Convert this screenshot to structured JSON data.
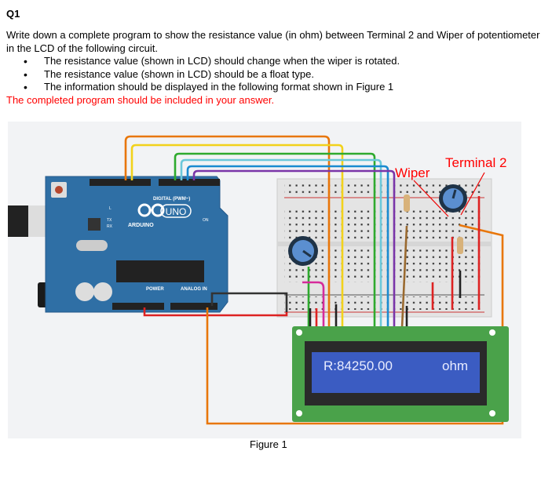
{
  "question": {
    "label": "Q1",
    "intro": "Write down a complete program to show the resistance value (in ohm) between Terminal 2 and Wiper of potentiometer in the LCD of the following circuit.",
    "bullets": [
      "The resistance value (shown in LCD) should change when the wiper is rotated.",
      "The resistance value (shown in LCD) should be a float type.",
      "The information should be displayed in the following format shown in Figure 1"
    ],
    "note": "The completed program should be included in your answer.",
    "note_color": "#ff0000"
  },
  "figure": {
    "caption": "Figure 1",
    "labels": {
      "wiper": "Wiper",
      "terminal2": "Terminal 2"
    },
    "arduino": {
      "uno": "UNO",
      "brand": "ARDUINO",
      "digital": "DIGITAL (PWM~)",
      "power": "POWER",
      "analog": "ANALOG IN",
      "on": "ON",
      "tx": "TX",
      "rx": "RX",
      "l": "L"
    },
    "lcd": {
      "line1": "R:84250.00",
      "unit": "ohm"
    },
    "colors": {
      "board": "#2f6fa5",
      "lcd_screen": "#3b5cc2",
      "lcd_pcb": "#4aa24a",
      "label_red": "#ff0000"
    }
  }
}
